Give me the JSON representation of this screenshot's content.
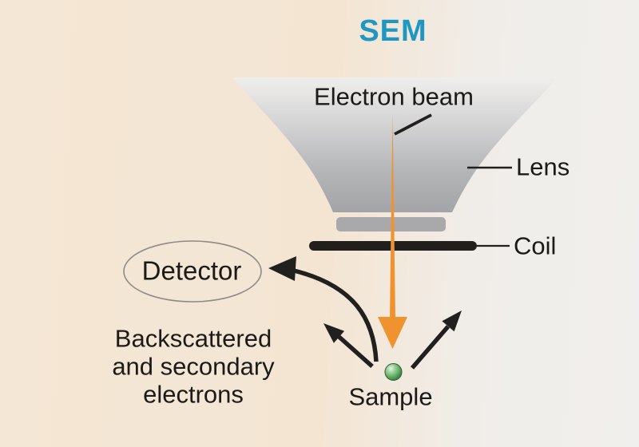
{
  "diagram": {
    "title": "SEM",
    "labels": {
      "electron_beam": "Electron beam",
      "lens": "Lens",
      "coil": "Coil",
      "detector": "Detector",
      "emission": [
        "Backscattered",
        "and secondary",
        "electrons"
      ],
      "sample": "Sample"
    },
    "colors": {
      "title_teal": "#1f97c3",
      "beam_orange": "#f0932f",
      "arrow_black": "#221f1f",
      "coil_black": "#211e1c",
      "pole_piece_gray": "#a9a9ab",
      "ellipse_stroke": "#8d8b88",
      "text_black": "#1c1a18",
      "sample_green": "#5ba75f",
      "background_left": "#f4e5d3",
      "background_right": "#f1efed"
    }
  }
}
